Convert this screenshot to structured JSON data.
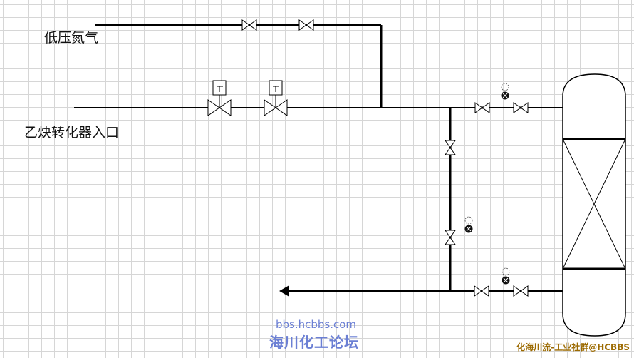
{
  "labels": {
    "low_pressure_nitrogen": "低压氮气",
    "acetylene_converter_inlet": "乙炔转化器入口"
  },
  "watermark": {
    "url": "bbs.hcbbs.com",
    "forum_name": "海川化工论坛",
    "group": "化海川流-工业社群@HCBBS"
  },
  "colors": {
    "pipe": "#000000",
    "grid": "#d6d6d6",
    "watermark": "#6b7fd4",
    "group_watermark": "#9c6a00"
  }
}
